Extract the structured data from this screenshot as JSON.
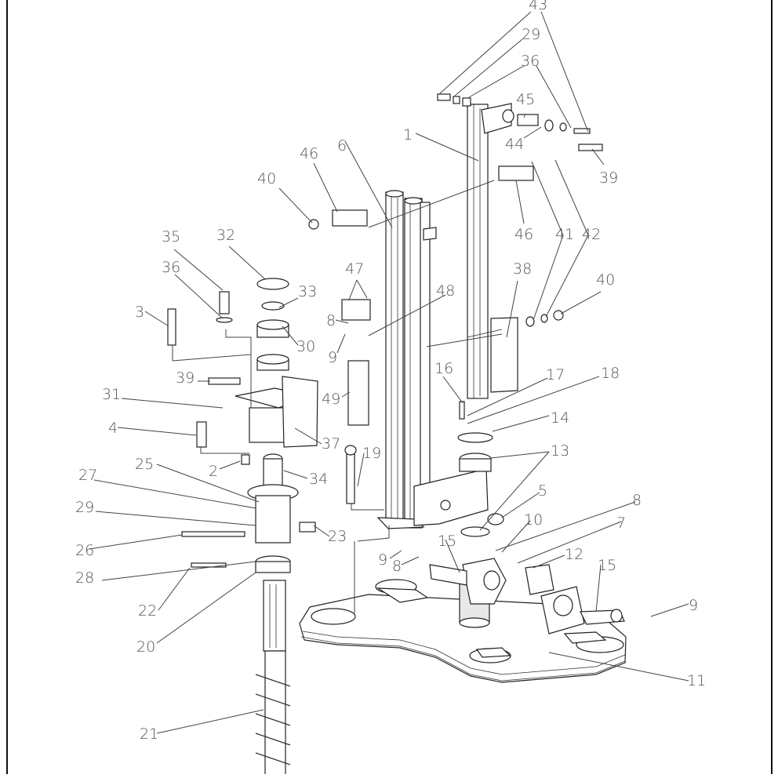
{
  "diagram": {
    "labels": [
      {
        "id": "lbl-43",
        "text": "43"
      },
      {
        "id": "lbl-29a",
        "text": "29"
      },
      {
        "id": "lbl-36a",
        "text": "36"
      },
      {
        "id": "lbl-45",
        "text": "45"
      },
      {
        "id": "lbl-44",
        "text": "44"
      },
      {
        "id": "lbl-1",
        "text": "1"
      },
      {
        "id": "lbl-39a",
        "text": "39"
      },
      {
        "id": "lbl-6",
        "text": "6"
      },
      {
        "id": "lbl-46a",
        "text": "46"
      },
      {
        "id": "lbl-40a",
        "text": "40"
      },
      {
        "id": "lbl-46b",
        "text": "46"
      },
      {
        "id": "lbl-41",
        "text": "41"
      },
      {
        "id": "lbl-42",
        "text": "42"
      },
      {
        "id": "lbl-35",
        "text": "35"
      },
      {
        "id": "lbl-32",
        "text": "32"
      },
      {
        "id": "lbl-47",
        "text": "47"
      },
      {
        "id": "lbl-38",
        "text": "38"
      },
      {
        "id": "lbl-40b",
        "text": "40"
      },
      {
        "id": "lbl-36b",
        "text": "36"
      },
      {
        "id": "lbl-33",
        "text": "33"
      },
      {
        "id": "lbl-48",
        "text": "48"
      },
      {
        "id": "lbl-3",
        "text": "3"
      },
      {
        "id": "lbl-8a",
        "text": "8"
      },
      {
        "id": "lbl-30",
        "text": "30"
      },
      {
        "id": "lbl-9a",
        "text": "9"
      },
      {
        "id": "lbl-16",
        "text": "16"
      },
      {
        "id": "lbl-17",
        "text": "17"
      },
      {
        "id": "lbl-18",
        "text": "18"
      },
      {
        "id": "lbl-39b",
        "text": "39"
      },
      {
        "id": "lbl-31",
        "text": "31"
      },
      {
        "id": "lbl-49",
        "text": "49"
      },
      {
        "id": "lbl-14",
        "text": "14"
      },
      {
        "id": "lbl-4",
        "text": "4"
      },
      {
        "id": "lbl-37",
        "text": "37"
      },
      {
        "id": "lbl-13",
        "text": "13"
      },
      {
        "id": "lbl-19",
        "text": "19"
      },
      {
        "id": "lbl-2",
        "text": "2"
      },
      {
        "id": "lbl-34",
        "text": "34"
      },
      {
        "id": "lbl-27",
        "text": "27"
      },
      {
        "id": "lbl-25",
        "text": "25"
      },
      {
        "id": "lbl-5",
        "text": "5"
      },
      {
        "id": "lbl-8b",
        "text": "8"
      },
      {
        "id": "lbl-29b",
        "text": "29"
      },
      {
        "id": "lbl-10",
        "text": "10"
      },
      {
        "id": "lbl-7",
        "text": "7"
      },
      {
        "id": "lbl-26",
        "text": "26"
      },
      {
        "id": "lbl-23",
        "text": "23"
      },
      {
        "id": "lbl-15a",
        "text": "15"
      },
      {
        "id": "lbl-12",
        "text": "12"
      },
      {
        "id": "lbl-9b",
        "text": "9"
      },
      {
        "id": "lbl-8c",
        "text": "8"
      },
      {
        "id": "lbl-28",
        "text": "28"
      },
      {
        "id": "lbl-15b",
        "text": "15"
      },
      {
        "id": "lbl-22",
        "text": "22"
      },
      {
        "id": "lbl-9c",
        "text": "9"
      },
      {
        "id": "lbl-20",
        "text": "20"
      },
      {
        "id": "lbl-11",
        "text": "11"
      },
      {
        "id": "lbl-21",
        "text": "21"
      }
    ]
  }
}
